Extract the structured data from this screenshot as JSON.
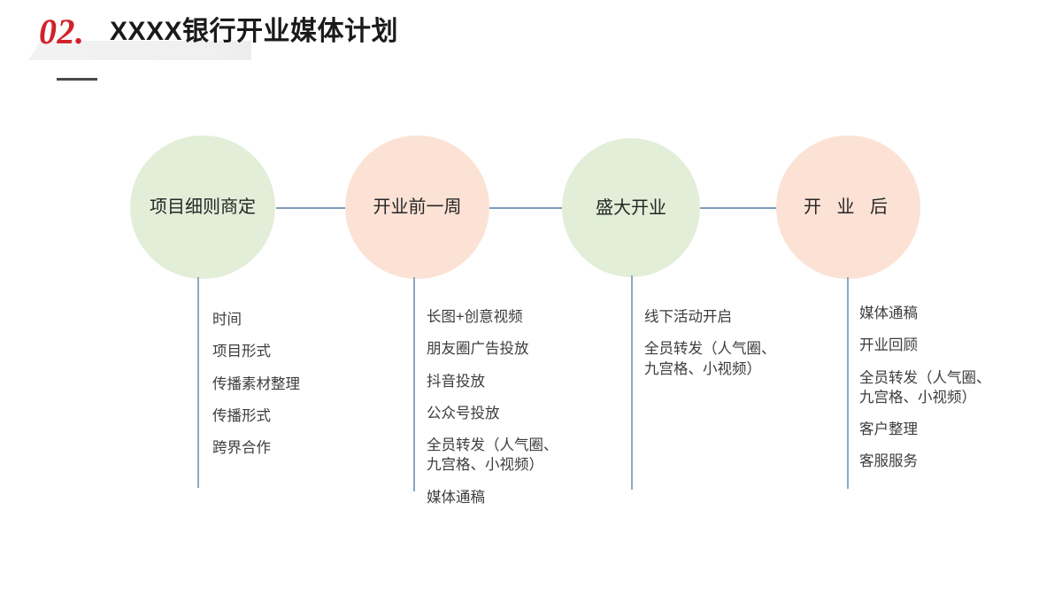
{
  "header": {
    "section_number": "02.",
    "title": "XXXX银行开业媒体计划"
  },
  "timeline": {
    "nodes": [
      {
        "label": "项目细则商定",
        "color": "#e2eed8",
        "details": [
          "时间",
          "项目形式",
          "传播素材整理",
          "传播形式",
          "跨界合作"
        ]
      },
      {
        "label": "开业前一周",
        "color": "#fce2d5",
        "details": [
          "长图+创意视频",
          "朋友圈广告投放",
          "抖音投放",
          "公众号投放",
          "全员转发（人气圈、\n九宫格、小视频）",
          "媒体通稿"
        ]
      },
      {
        "label": "盛大开业",
        "color": "#e2eed8",
        "details": [
          "线下活动开启",
          "全员转发（人气圈、\n九宫格、小视频）"
        ]
      },
      {
        "label": "开 业 后",
        "color": "#fce2d5",
        "details": [
          "媒体通稿",
          "开业回顾",
          "全员转发（人气圈、\n九宫格、小视频）",
          "客户整理",
          "客服服务"
        ]
      }
    ]
  },
  "colors": {
    "accent_red": "#d3222a",
    "connector_blue": "#7e9cba",
    "green_node": "#e2eed8",
    "peach_node": "#fce2d5",
    "band_gray": "#f0f0f0"
  }
}
